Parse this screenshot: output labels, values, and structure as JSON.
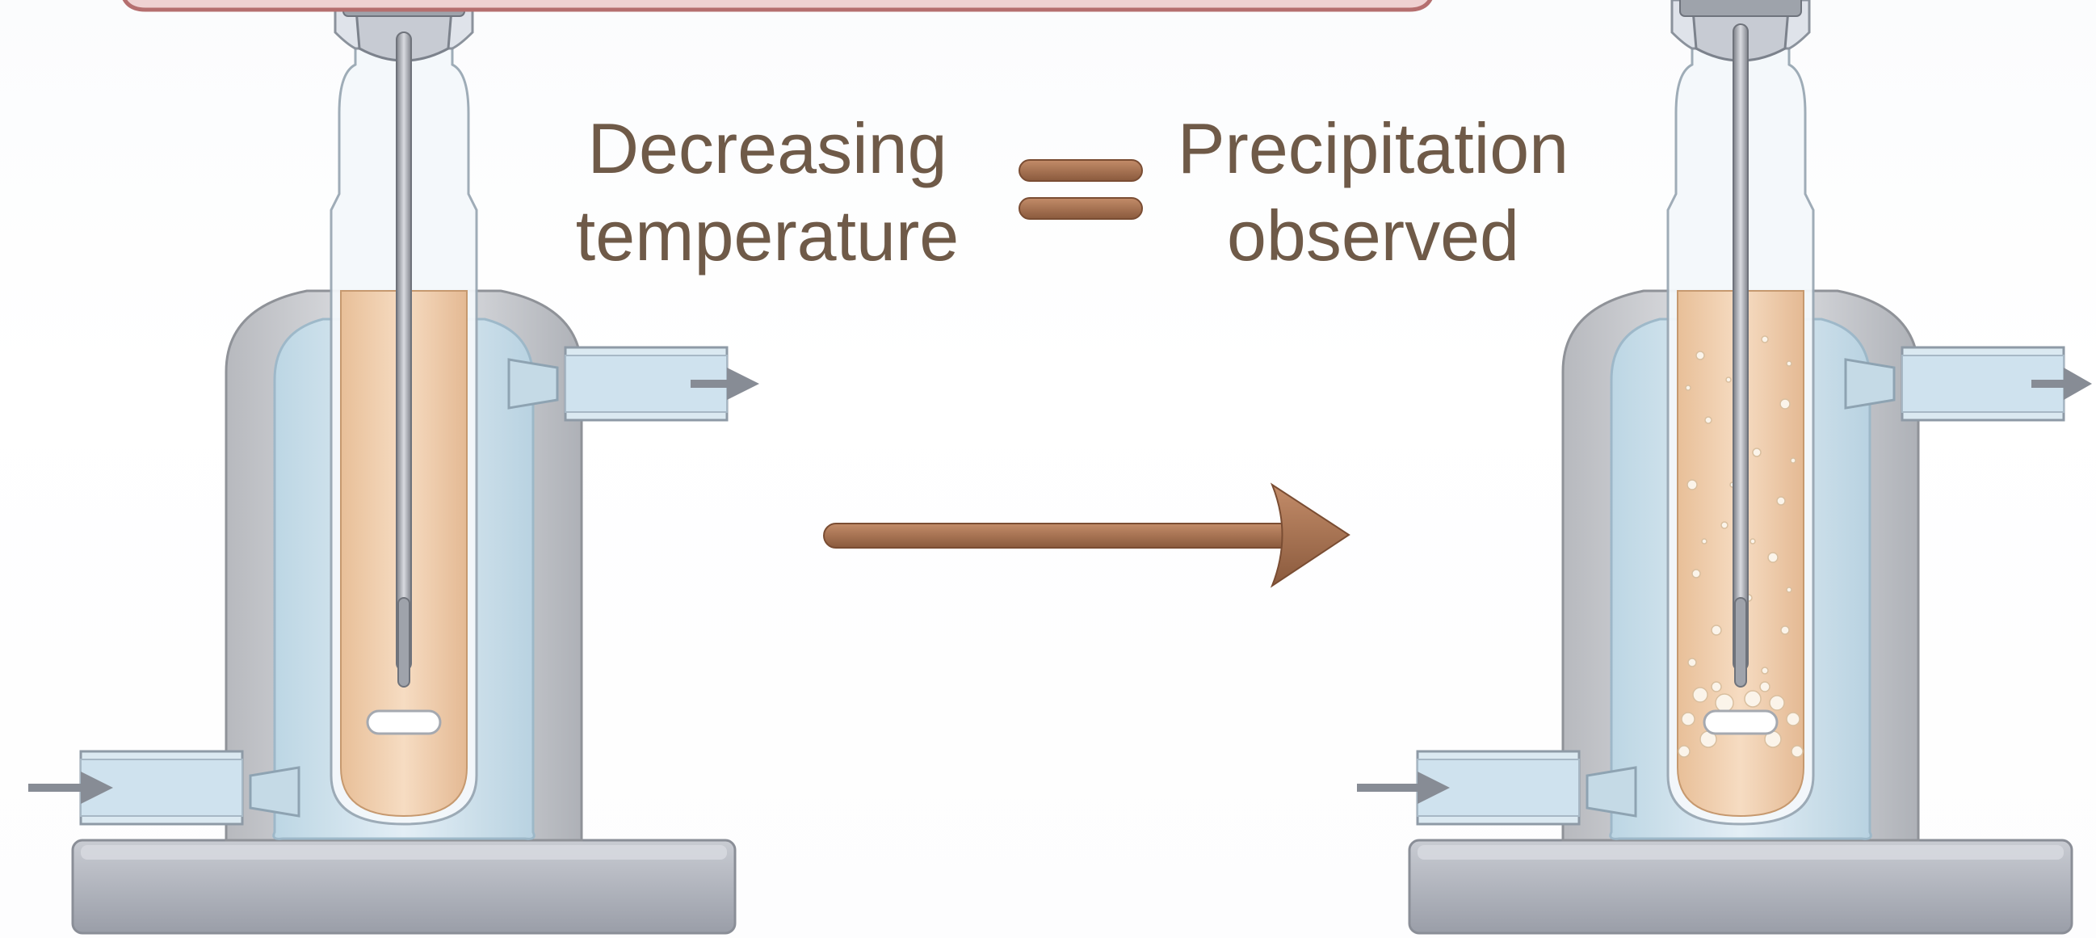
{
  "diagram": {
    "cause_label": [
      "Decreasing",
      "temperature"
    ],
    "effect_label": [
      "Precipitation",
      "observed"
    ],
    "relation_icon": "equals-sign-icon",
    "process_icon": "right-arrow-icon",
    "colors": {
      "text": "#6f5a48",
      "arrow": "#9a6446",
      "solution": "#f1d1b2",
      "jacket_water": "#cfe3ee",
      "precipitate": "#f7efe2",
      "base": "#a7abb4"
    },
    "apparatus": [
      {
        "state": "before",
        "icon": "jacketed-reactor-icon",
        "precipitate": false
      },
      {
        "state": "after",
        "icon": "jacketed-reactor-icon",
        "precipitate": true
      }
    ]
  }
}
